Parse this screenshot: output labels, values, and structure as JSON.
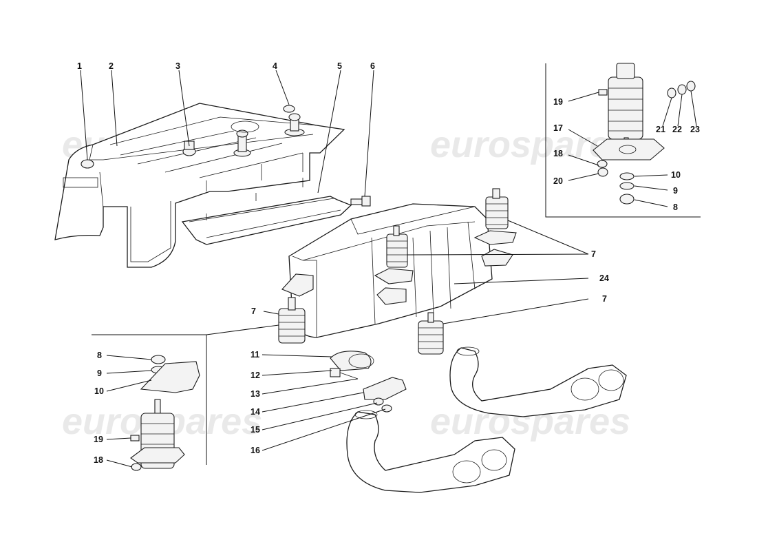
{
  "watermark": {
    "text": "eurospares",
    "color": "#e9e9e9"
  },
  "callouts": [
    {
      "id": "c1",
      "text": "1"
    },
    {
      "id": "c2",
      "text": "2"
    },
    {
      "id": "c3",
      "text": "3"
    },
    {
      "id": "c4",
      "text": "4"
    },
    {
      "id": "c5",
      "text": "5"
    },
    {
      "id": "c6",
      "text": "6"
    },
    {
      "id": "c19a",
      "text": "19"
    },
    {
      "id": "c21",
      "text": "21"
    },
    {
      "id": "c22",
      "text": "22"
    },
    {
      "id": "c23",
      "text": "23"
    },
    {
      "id": "c17",
      "text": "17"
    },
    {
      "id": "c18a",
      "text": "18"
    },
    {
      "id": "c20",
      "text": "20"
    },
    {
      "id": "c10a",
      "text": "10"
    },
    {
      "id": "c9a",
      "text": "9"
    },
    {
      "id": "c8a",
      "text": "8"
    },
    {
      "id": "c7a",
      "text": "7"
    },
    {
      "id": "c24",
      "text": "24"
    },
    {
      "id": "c7b",
      "text": "7"
    },
    {
      "id": "c7c",
      "text": "7"
    },
    {
      "id": "c8b",
      "text": "8"
    },
    {
      "id": "c9b",
      "text": "9"
    },
    {
      "id": "c10b",
      "text": "10"
    },
    {
      "id": "c11",
      "text": "11"
    },
    {
      "id": "c12",
      "text": "12"
    },
    {
      "id": "c13",
      "text": "13"
    },
    {
      "id": "c14",
      "text": "14"
    },
    {
      "id": "c15",
      "text": "15"
    },
    {
      "id": "c16",
      "text": "16"
    },
    {
      "id": "c19b",
      "text": "19"
    },
    {
      "id": "c18b",
      "text": "18"
    }
  ]
}
